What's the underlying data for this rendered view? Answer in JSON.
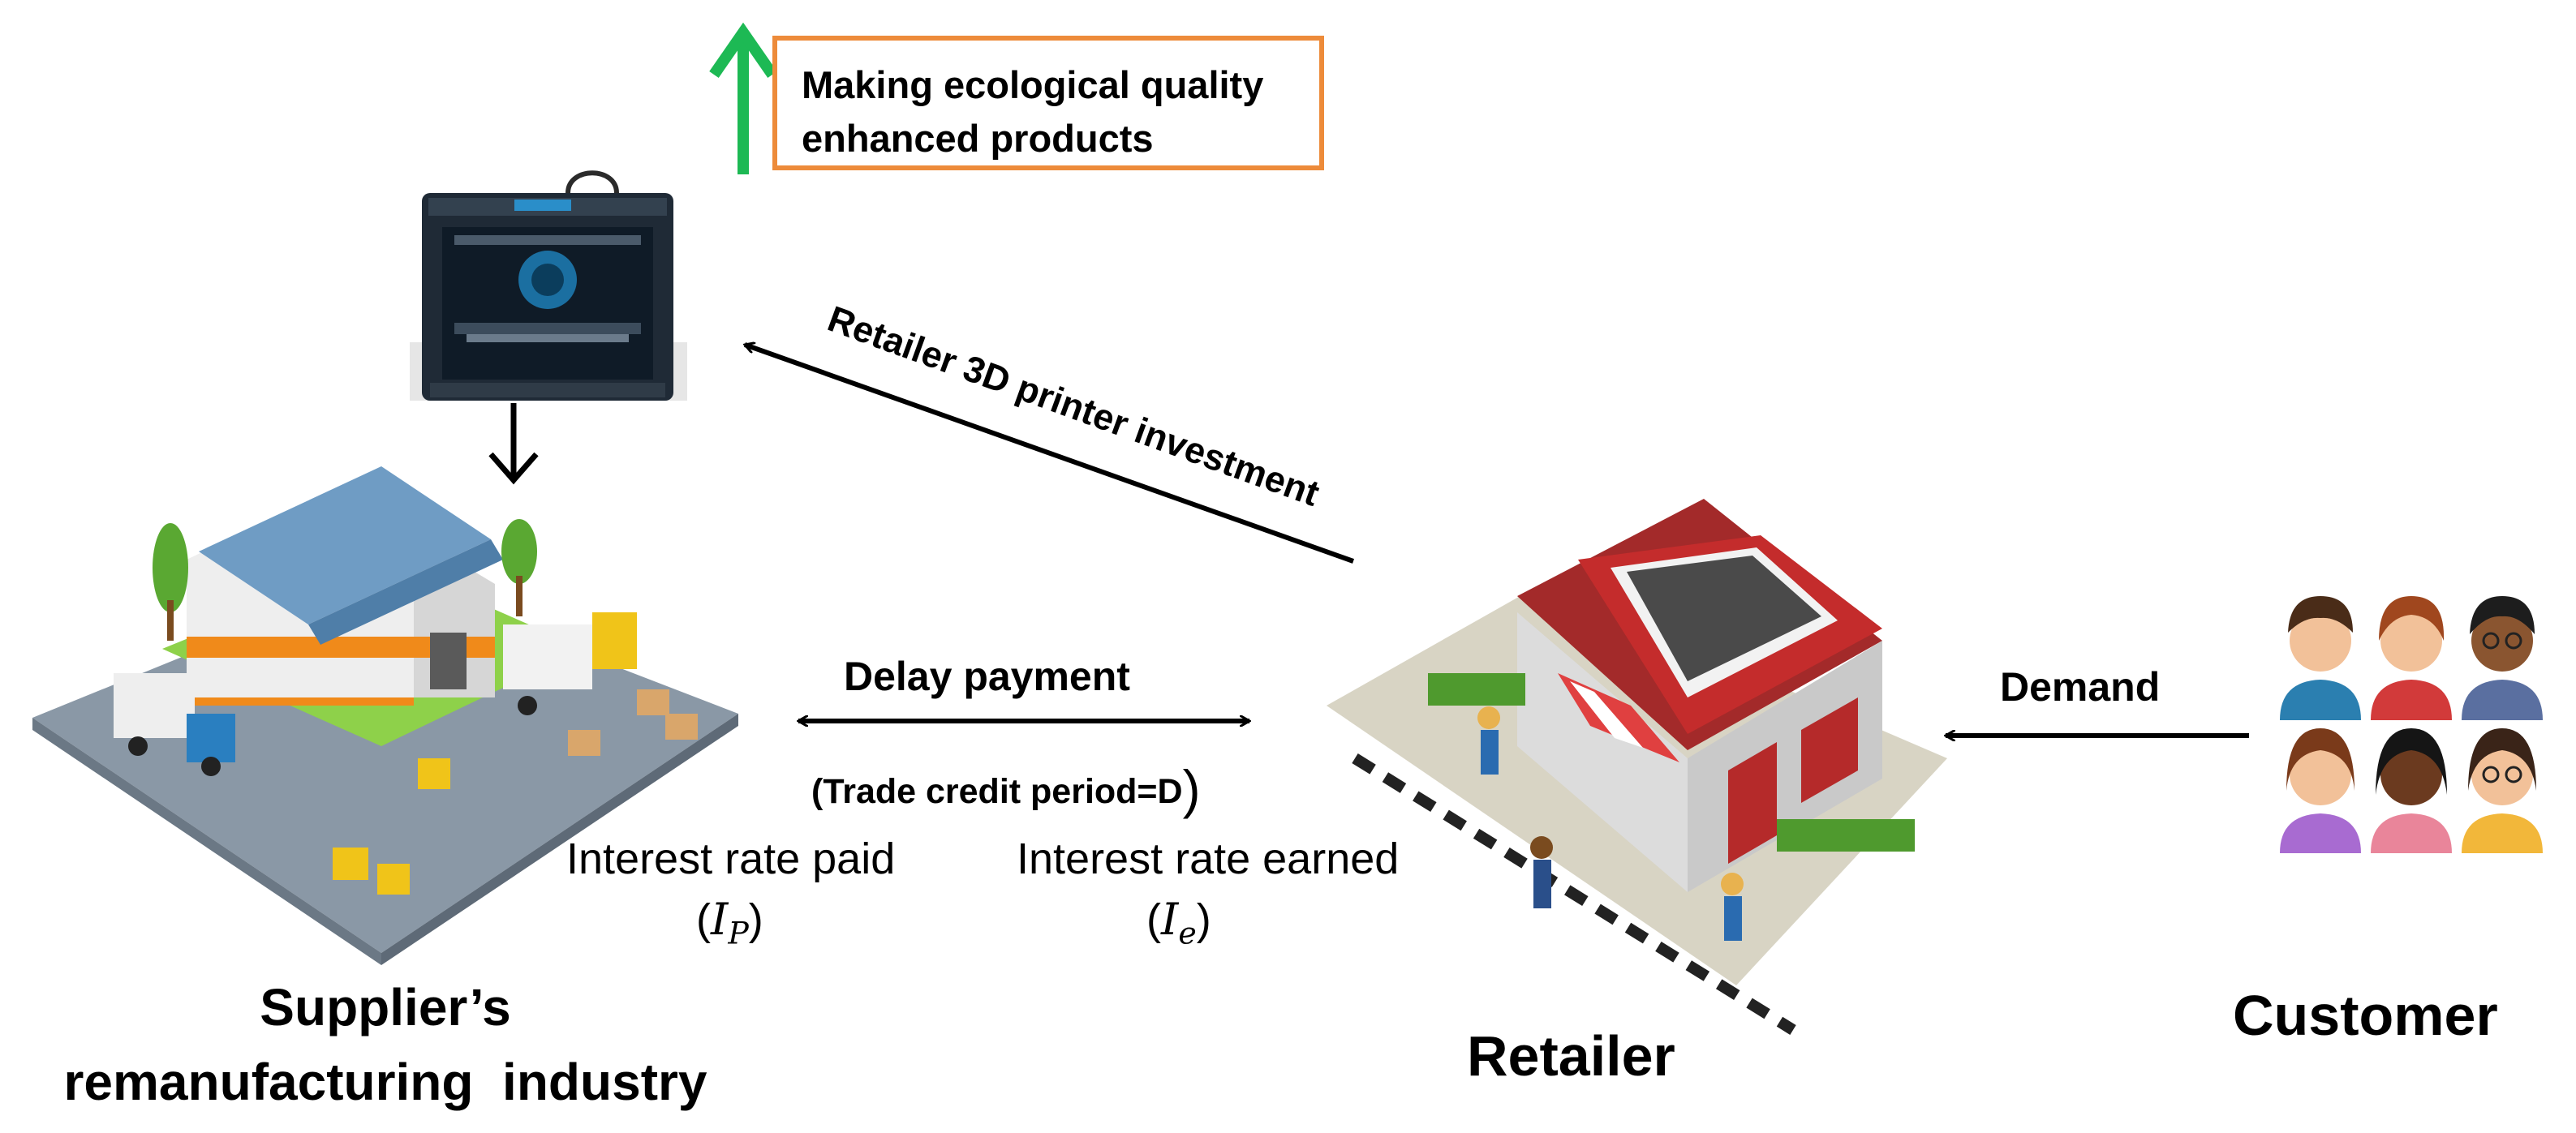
{
  "quality_box": {
    "line1": "Making ecological quality",
    "line2": "enhanced products"
  },
  "arrows": {
    "investment_label": "Retailer 3D printer investment",
    "delay_label": "Delay payment",
    "credit_label": "(Trade credit period=D",
    "credit_paren": ")",
    "demand_label": "Demand"
  },
  "interest": {
    "paid_label": "Interest rate paid",
    "paid_symbol": "I",
    "paid_sub": "P",
    "earned_label": "Interest rate earned",
    "earned_symbol": "I",
    "earned_sub": "e"
  },
  "parties": {
    "supplier_line1": "Supplier’s",
    "supplier_line2": "remanufacturing  industry",
    "retailer": "Retailer",
    "customer": "Customer"
  },
  "colors": {
    "up_arrow": "#1db954",
    "box_border": "#ed8b3a",
    "store_red": "#b52a2a",
    "warehouse_roof": "#6f9cc4"
  },
  "icons": [
    "3d-printer-icon",
    "warehouse-icon",
    "retail-store-icon",
    "customer-avatars-icon",
    "up-arrow-icon"
  ]
}
